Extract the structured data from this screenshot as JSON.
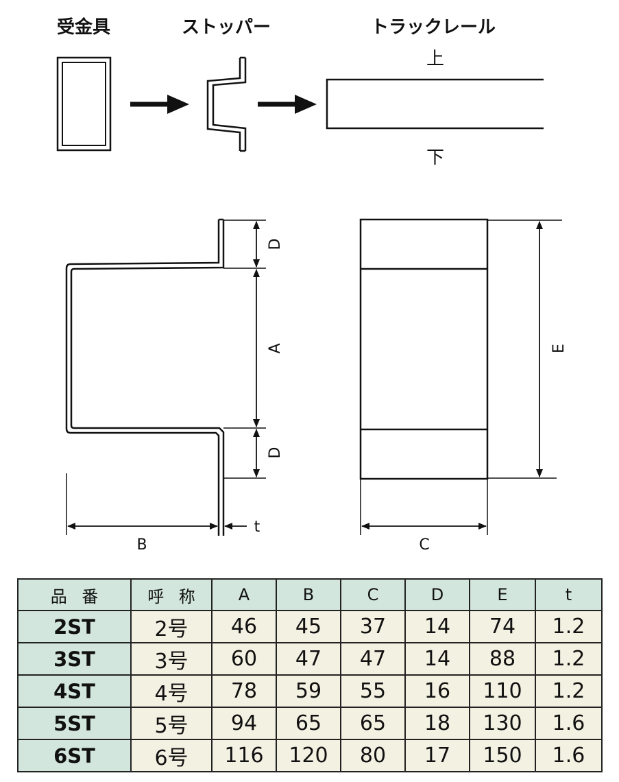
{
  "diagram": {
    "flow_labels": {
      "receiver": "受金具",
      "stopper": "ストッパー",
      "track_rail": "トラックレール"
    },
    "rail_top": "上",
    "rail_bottom": "下",
    "dims": {
      "A": "A",
      "B": "B",
      "C": "C",
      "D_top": "D",
      "D_bottom": "D",
      "E": "E",
      "t": "t"
    }
  },
  "table": {
    "headers": [
      "品番",
      "呼称",
      "A",
      "B",
      "C",
      "D",
      "E",
      "t"
    ],
    "rows": [
      [
        "2ST",
        "2号",
        "46",
        "45",
        "37",
        "14",
        "74",
        "1.2"
      ],
      [
        "3ST",
        "3号",
        "60",
        "47",
        "47",
        "14",
        "88",
        "1.2"
      ],
      [
        "4ST",
        "4号",
        "78",
        "59",
        "55",
        "16",
        "110",
        "1.2"
      ],
      [
        "5ST",
        "5号",
        "94",
        "65",
        "65",
        "18",
        "130",
        "1.6"
      ],
      [
        "6ST",
        "6号",
        "116",
        "120",
        "80",
        "17",
        "150",
        "1.6"
      ]
    ]
  }
}
